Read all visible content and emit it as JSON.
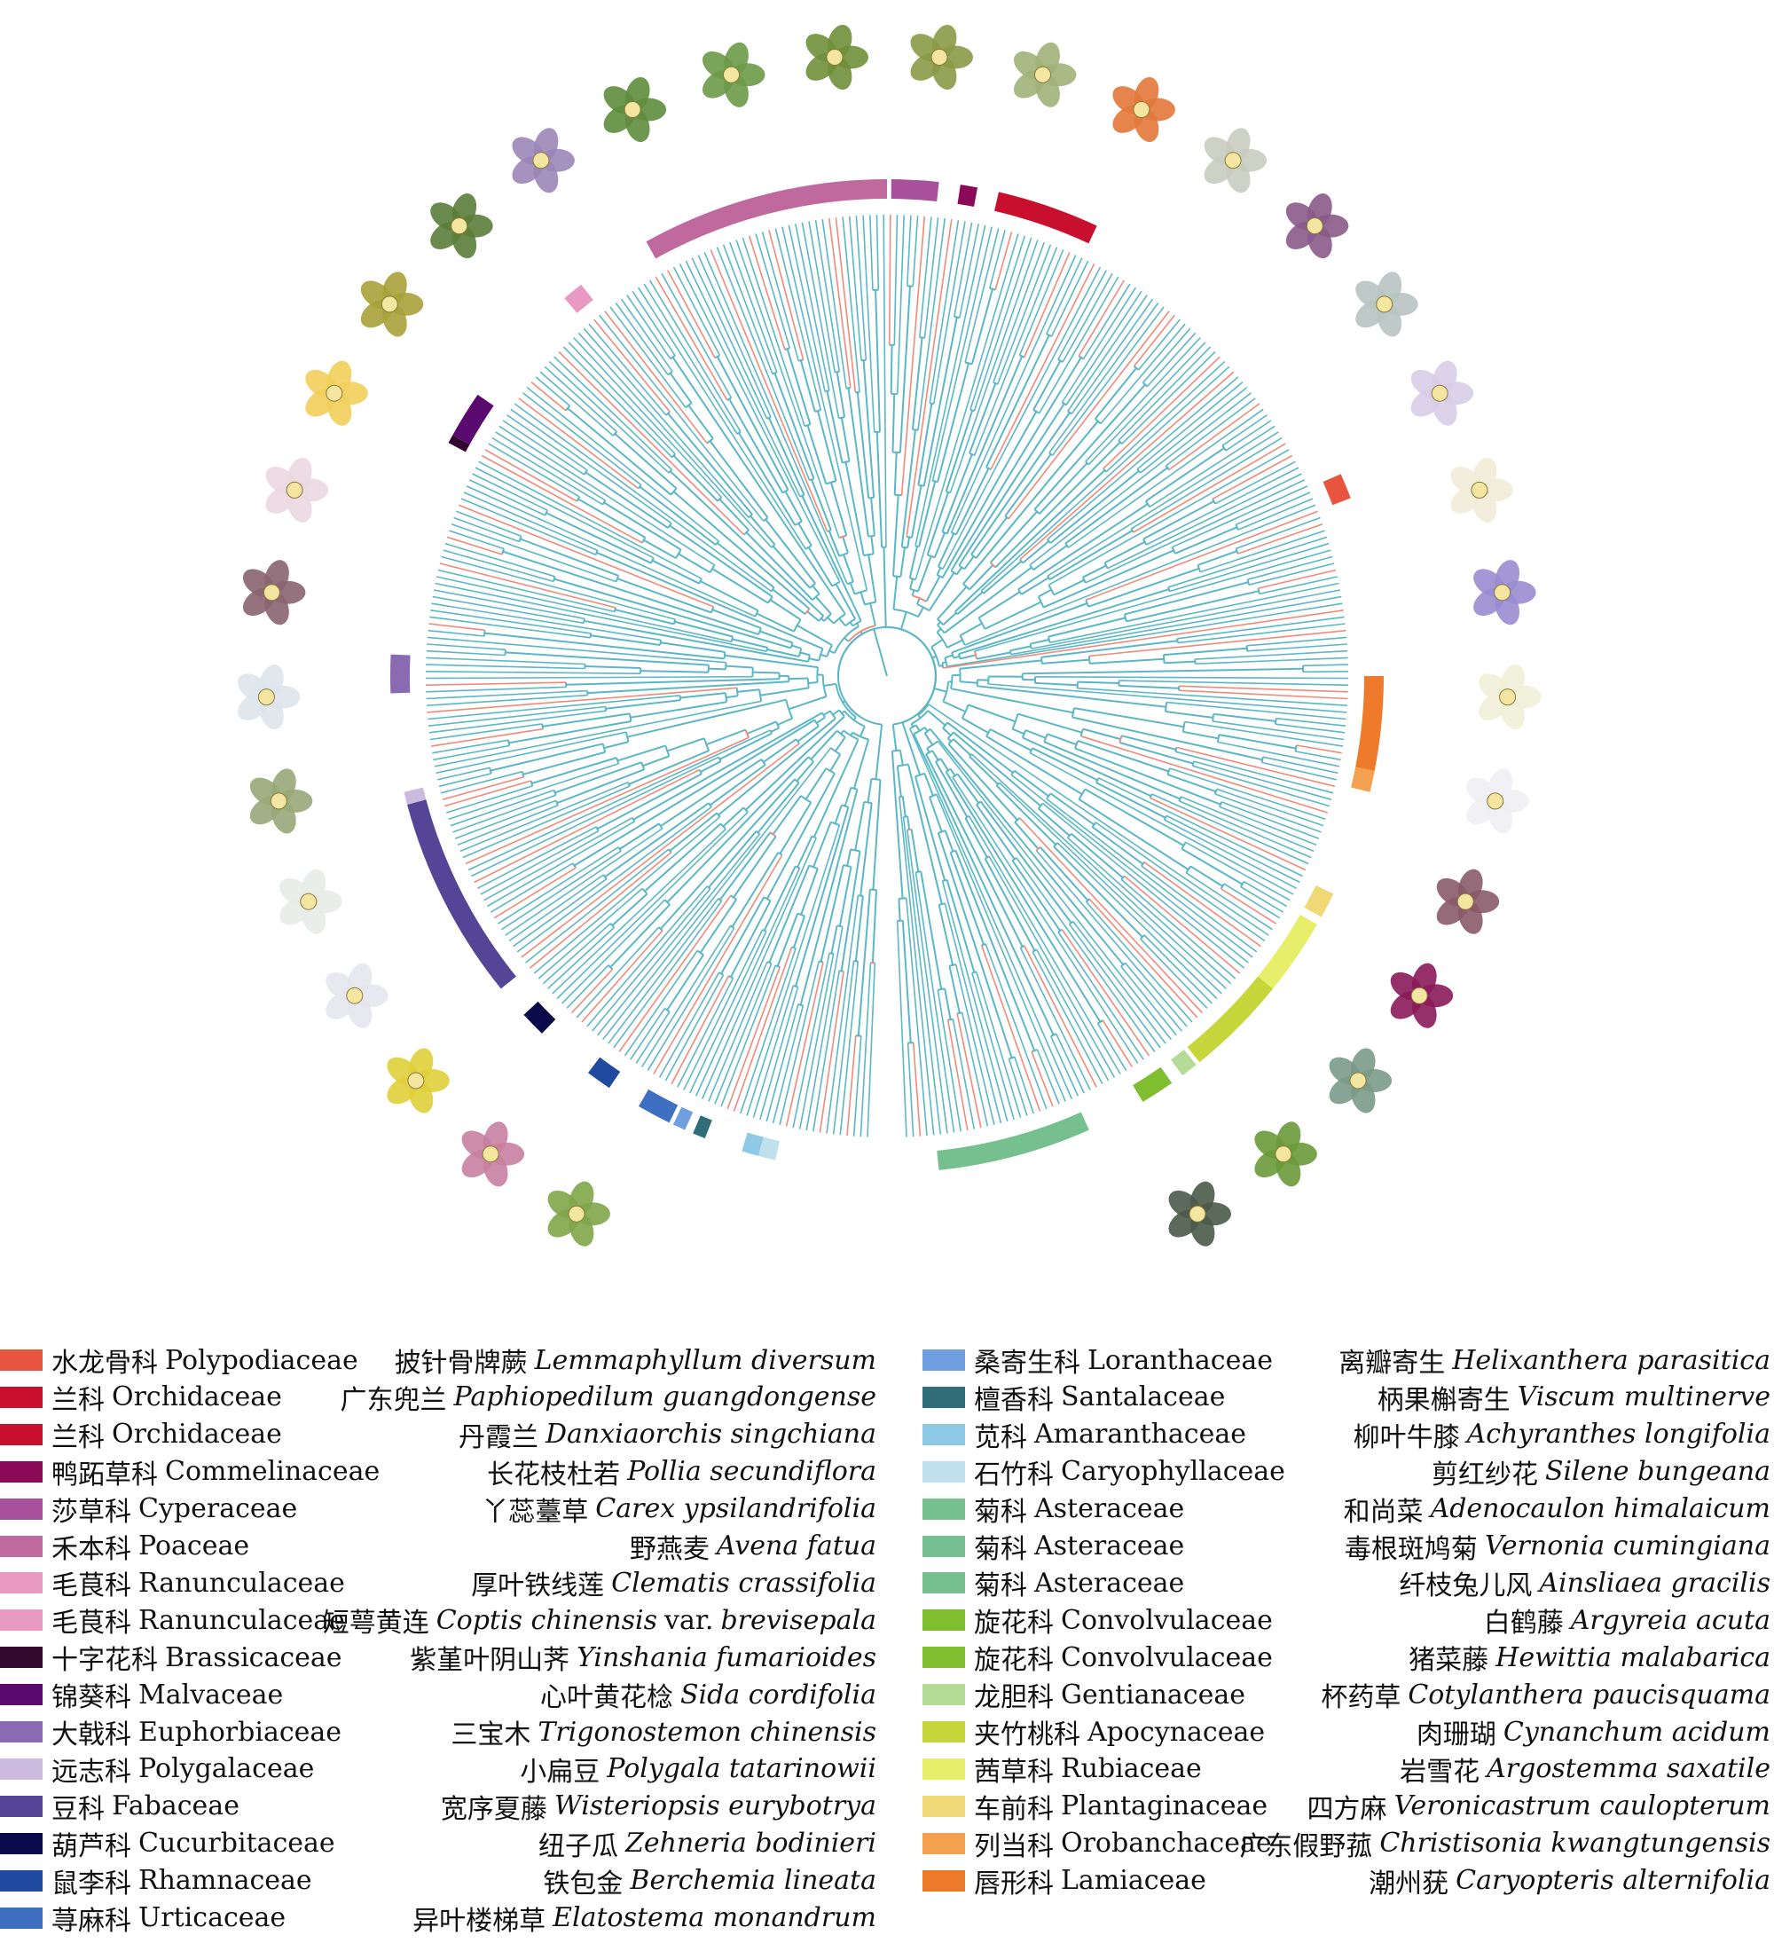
{
  "colors": {
    "tree_branch": "#5bb7c6",
    "tree_highlight": "#f08a7a"
  },
  "legend_left": [
    {
      "family_cn": "水龙骨科",
      "family": "Polypodiaceae",
      "color": "#e8553e",
      "species_cn": "披针骨牌蕨",
      "species": "Lemmaphyllum diversum",
      "var": "",
      "species2": ""
    },
    {
      "family_cn": "兰科",
      "family": "Orchidaceae",
      "color": "#c8102e",
      "species_cn": "广东兜兰",
      "species": "Paphiopedilum guangdongense",
      "var": "",
      "species2": ""
    },
    {
      "family_cn": "兰科",
      "family": "Orchidaceae",
      "color": "#c8102e",
      "species_cn": "丹霞兰",
      "species": "Danxiaorchis singchiana",
      "var": "",
      "species2": ""
    },
    {
      "family_cn": "鸭跖草科",
      "family": "Commelinaceae",
      "color": "#8b0a57",
      "species_cn": "长花枝杜若",
      "species": "Pollia secundiflora",
      "var": "",
      "species2": ""
    },
    {
      "family_cn": "莎草科",
      "family": "Cyperaceae",
      "color": "#a8509b",
      "species_cn": "丫蕊薹草",
      "species": "Carex ypsilandrifolia",
      "var": "",
      "species2": ""
    },
    {
      "family_cn": "禾本科",
      "family": "Poaceae",
      "color": "#c0699f",
      "species_cn": "野燕麦",
      "species": "Avena fatua",
      "var": "",
      "species2": ""
    },
    {
      "family_cn": "毛茛科",
      "family": "Ranunculaceae",
      "color": "#e99ac2",
      "species_cn": "厚叶铁线莲",
      "species": "Clematis crassifolia",
      "var": "",
      "species2": ""
    },
    {
      "family_cn": "毛茛科",
      "family": "Ranunculaceae",
      "color": "#e99ac2",
      "species_cn": "短萼黄连",
      "species": "Coptis chinensis",
      "var": "var.",
      "species2": "brevisepala"
    },
    {
      "family_cn": "十字花科",
      "family": "Brassicaceae",
      "color": "#33082e",
      "species_cn": "紫堇叶阴山荠",
      "species": "Yinshania fumarioides",
      "var": "",
      "species2": ""
    },
    {
      "family_cn": "锦葵科",
      "family": "Malvaceae",
      "color": "#5a0a6e",
      "species_cn": "心叶黄花棯",
      "species": "Sida cordifolia",
      "var": "",
      "species2": ""
    },
    {
      "family_cn": "大戟科",
      "family": "Euphorbiaceae",
      "color": "#8a6ab0",
      "species_cn": "三宝木",
      "species": "Trigonostemon chinensis",
      "var": "",
      "species2": ""
    },
    {
      "family_cn": "远志科",
      "family": "Polygalaceae",
      "color": "#cdbbdf",
      "species_cn": "小扁豆",
      "species": "Polygala tatarinowii",
      "var": "",
      "species2": ""
    },
    {
      "family_cn": "豆科",
      "family": "Fabaceae",
      "color": "#554596",
      "species_cn": "宽序夏藤",
      "species": "Wisteriopsis eurybotrya",
      "var": "",
      "species2": ""
    },
    {
      "family_cn": "葫芦科",
      "family": "Cucurbitaceae",
      "color": "#0a0a4a",
      "species_cn": "纽子瓜",
      "species": "Zehneria bodinieri",
      "var": "",
      "species2": ""
    },
    {
      "family_cn": "鼠李科",
      "family": "Rhamnaceae",
      "color": "#1f4aa0",
      "species_cn": "铁包金",
      "species": "Berchemia lineata",
      "var": "",
      "species2": ""
    },
    {
      "family_cn": "荨麻科",
      "family": "Urticaceae",
      "color": "#3f6fc0",
      "species_cn": "异叶楼梯草",
      "species": "Elatostema monandrum",
      "var": "",
      "species2": ""
    }
  ],
  "legend_right": [
    {
      "family_cn": "桑寄生科",
      "family": "Loranthaceae",
      "color": "#6f9fe0",
      "species_cn": "离瓣寄生",
      "species": "Helixanthera parasitica"
    },
    {
      "family_cn": "檀香科",
      "family": "Santalaceae",
      "color": "#2f6e78",
      "species_cn": "柄果槲寄生",
      "species": "Viscum multinerve"
    },
    {
      "family_cn": "苋科",
      "family": "Amaranthaceae",
      "color": "#8ec9e6",
      "species_cn": "柳叶牛膝",
      "species": "Achyranthes longifolia"
    },
    {
      "family_cn": "石竹科",
      "family": "Caryophyllaceae",
      "color": "#bfe0ec",
      "species_cn": "剪红纱花",
      "species": "Silene bungeana"
    },
    {
      "family_cn": "菊科",
      "family": "Asteraceae",
      "color": "#76c08f",
      "species_cn": "和尚菜",
      "species": "Adenocaulon himalaicum"
    },
    {
      "family_cn": "菊科",
      "family": "Asteraceae",
      "color": "#76c08f",
      "species_cn": "毒根斑鸠菊",
      "species": "Vernonia cumingiana"
    },
    {
      "family_cn": "菊科",
      "family": "Asteraceae",
      "color": "#76c08f",
      "species_cn": "纤枝兔儿风",
      "species": "Ainsliaea gracilis"
    },
    {
      "family_cn": "旋花科",
      "family": "Convolvulaceae",
      "color": "#7fbf2f",
      "species_cn": "白鹤藤",
      "species": "Argyreia acuta"
    },
    {
      "family_cn": "旋花科",
      "family": "Convolvulaceae",
      "color": "#7fbf2f",
      "species_cn": "猪菜藤",
      "species": "Hewittia malabarica"
    },
    {
      "family_cn": "龙胆科",
      "family": "Gentianaceae",
      "color": "#b5dc97",
      "species_cn": "杯药草",
      "species": "Cotylanthera paucisquama"
    },
    {
      "family_cn": "夹竹桃科",
      "family": "Apocynaceae",
      "color": "#c7d63a",
      "species_cn": "肉珊瑚",
      "species": "Cynanchum acidum"
    },
    {
      "family_cn": "茜草科",
      "family": "Rubiaceae",
      "color": "#e6ee6a",
      "species_cn": "岩雪花",
      "species": "Argostemma saxatile"
    },
    {
      "family_cn": "车前科",
      "family": "Plantaginaceae",
      "color": "#f0d877",
      "species_cn": "四方麻",
      "species": "Veronicastrum caulopterum"
    },
    {
      "family_cn": "列当科",
      "family": "Orobanchaceae",
      "color": "#f3a04f",
      "species_cn": "广东假野菰",
      "species": "Christisonia kwangtungensis"
    },
    {
      "family_cn": "唇形科",
      "family": "Lamiaceae",
      "color": "#ee7a2c",
      "species_cn": "潮州莸",
      "species": "Caryopteris alternifolia"
    }
  ],
  "ring_segments": [
    {
      "color": "#c8102e",
      "a0": 13,
      "a1": 25
    },
    {
      "color": "#8b0a57",
      "a0": 8.5,
      "a1": 10.5
    },
    {
      "color": "#a8509b",
      "a0": 0.5,
      "a1": 6
    },
    {
      "color": "#c0699f",
      "a0": -29,
      "a1": 0
    },
    {
      "color": "#e99ac2",
      "a0": -40.5,
      "a1": -38
    },
    {
      "color": "#33082e",
      "a0": -62,
      "a1": -61
    },
    {
      "color": "#5a0a6e",
      "a0": -61,
      "a1": -55.5
    },
    {
      "color": "#8a6ab0",
      "a0": -92,
      "a1": -87.5
    },
    {
      "color": "#cdbbdf",
      "a0": -105,
      "a1": -103.5
    },
    {
      "color": "#554596",
      "a0": -129,
      "a1": -105
    },
    {
      "color": "#0a0a4a",
      "a0": -136,
      "a1": -133
    },
    {
      "color": "#1f4aa0",
      "a0": -146,
      "a1": -143
    },
    {
      "color": "#3f6fc0",
      "a0": -154,
      "a1": -150
    },
    {
      "color": "#6f9fe0",
      "a0": -156,
      "a1": -154.5
    },
    {
      "color": "#2f6e78",
      "a0": -158.5,
      "a1": -157
    },
    {
      "color": "#8ec9e6",
      "a0": -165,
      "a1": -163
    },
    {
      "color": "#bfe0ec",
      "a0": -167,
      "a1": -165
    },
    {
      "color": "#76c08f",
      "a0": 156,
      "a1": 174
    },
    {
      "color": "#7fbf2f",
      "a0": 145,
      "a1": 149
    },
    {
      "color": "#b5dc97",
      "a0": 141.5,
      "a1": 143.5
    },
    {
      "color": "#c7d63a",
      "a0": 129,
      "a1": 141
    },
    {
      "color": "#e6ee6a",
      "a0": 120,
      "a1": 129
    },
    {
      "color": "#f0d877",
      "a0": 116,
      "a1": 119
    },
    {
      "color": "#f3a04f",
      "a0": 101,
      "a1": 103.5
    },
    {
      "color": "#ee7a2c",
      "a0": 90,
      "a1": 101
    },
    {
      "color": "#e8553e",
      "a0": 66,
      "a1": 69
    }
  ],
  "tree": {
    "n_tips": 420,
    "seed": 7
  },
  "photos": [
    {
      "name": "photo-polypodiaceae",
      "color": "#7fa64a"
    },
    {
      "name": "photo-orchid-1",
      "color": "#c87fa0"
    },
    {
      "name": "photo-orchid-2",
      "color": "#e0cf3a"
    },
    {
      "name": "photo-commelinaceae",
      "color": "#e6e6ee"
    },
    {
      "name": "photo-cyperaceae",
      "color": "#e8ece8"
    },
    {
      "name": "photo-poaceae",
      "color": "#98a878"
    },
    {
      "name": "photo-ranunculaceae-1",
      "color": "#dde6ec"
    },
    {
      "name": "photo-ranunculaceae-2",
      "color": "#8a6470"
    },
    {
      "name": "photo-brassicaceae",
      "color": "#ecd8e2"
    },
    {
      "name": "photo-malvaceae-1",
      "color": "#f2cf5a"
    },
    {
      "name": "photo-malvaceae-2",
      "color": "#a8a23a"
    },
    {
      "name": "photo-euphorbiaceae",
      "color": "#5b7d3a"
    },
    {
      "name": "photo-polygalaceae",
      "color": "#9b86b8"
    },
    {
      "name": "photo-fabaceae",
      "color": "#5e8d3c"
    },
    {
      "name": "photo-cucurbitaceae",
      "color": "#6a9a48"
    },
    {
      "name": "photo-rhamnaceae",
      "color": "#6f8f3a"
    },
    {
      "name": "photo-urticaceae",
      "color": "#8a9a46"
    },
    {
      "name": "photo-loranthaceae",
      "color": "#a0b27a"
    },
    {
      "name": "photo-santalaceae",
      "color": "#e2783a"
    },
    {
      "name": "photo-amaranthaceae",
      "color": "#c8ccc0"
    },
    {
      "name": "photo-caryophyllaceae",
      "color": "#8a5a8a"
    },
    {
      "name": "photo-asteraceae-1",
      "color": "#b8c4c2"
    },
    {
      "name": "photo-asteraceae-2",
      "color": "#d8cde8"
    },
    {
      "name": "photo-convolvulaceae",
      "color": "#f2ecd8"
    },
    {
      "name": "photo-gentianaceae",
      "color": "#9a8cd0"
    },
    {
      "name": "photo-apocynaceae",
      "color": "#f1f1d8"
    },
    {
      "name": "photo-rubiaceae",
      "color": "#eeeef4"
    },
    {
      "name": "photo-plantaginaceae",
      "color": "#8a5a6a"
    },
    {
      "name": "photo-orobanchaceae",
      "color": "#8a1a5a"
    },
    {
      "name": "photo-lamiaceae",
      "color": "#7a9a8a"
    },
    {
      "name": "photo-cucumber-leaf",
      "color": "#6a9a3a"
    },
    {
      "name": "photo-pod",
      "color": "#4a5a4a"
    }
  ]
}
